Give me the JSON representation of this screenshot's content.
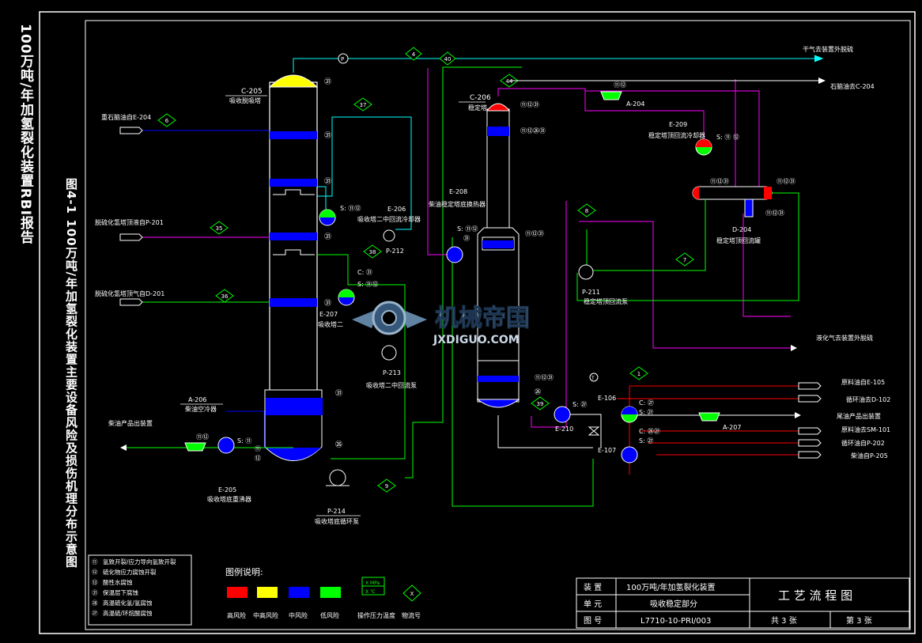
{
  "side_texts": {
    "report_title": "100万吨/年加氢裂化装置RBI报告",
    "figure_caption": "图4-1 100万吨/年加氢裂化装置主要设备风险及损伤机理分布示意图"
  },
  "equipment": {
    "c205_tag": "C-205",
    "c205_name": "吸收脱吸塔",
    "c206_tag": "C-206",
    "c206_name": "稳定塔",
    "a204_tag": "A-204",
    "e209_tag": "E-209",
    "e209_name": "稳定塔顶回流冷却器",
    "d204_tag": "D-204",
    "d204_name": "稳定塔顶回流罐",
    "e206_tag": "E-206",
    "e206_name": "吸收塔二中回流冷却器",
    "e208_tag": "E-208",
    "e208_name": "柴油稳定塔底换热器",
    "p212_tag": "P-212",
    "p211_tag": "P-211",
    "p211_name": "稳定塔顶回流泵",
    "e207_tag": "E-207",
    "e207_name": "吸收塔二",
    "p213_tag": "P-213",
    "p213_name": "吸收塔二中回流泵",
    "a206_tag": "A-206",
    "a206_name": "柴油空冷器",
    "e205_tag": "E-205",
    "e205_name": "吸收塔底重沸器",
    "p214_tag": "P-214",
    "p214_name": "吸收塔底循环泵",
    "e210_tag": "E-210",
    "e106_tag": "E-106",
    "e107_tag": "E-107",
    "a207_tag": "A-207"
  },
  "streams": {
    "dry_gas_out": "干气去装置外脱硫",
    "lpg_to_c204": "石脑油去C-204",
    "heavy_naphtha_in": "重石脑油自E-204",
    "h2s_stripper_liquid": "脱硫化氢塔顶液自P-201",
    "h2s_stripper_gas": "脱硫化氢塔顶气自D-201",
    "lpg_out": "液化气去装置外脱硫",
    "diesel_out": "柴油产品出装置",
    "feed_e105": "原料油自E-105",
    "recycle_to_d102": "循环油去D-102",
    "tail_oil_out": "尾油产品出装置",
    "feed_to_sm101": "原料油去SM-101",
    "recycle_from_p202": "循环油自P-202",
    "diesel_from_p205": "柴油自P-205"
  },
  "stream_numbers": {
    "s6": "6",
    "s4": "4",
    "s40": "40",
    "s37": "37",
    "s35": "35",
    "s36": "36",
    "s38": "38",
    "s9": "9",
    "s44": "44",
    "s8": "8",
    "s7": "7",
    "s1": "1",
    "s39": "39"
  },
  "mech_codes": {
    "c205_top": "㉛",
    "c205_1": "㉛",
    "c205_2": "㉛",
    "c205_3": "㉛",
    "c205_4": "㉛",
    "c205_5": "㉛",
    "c205_bottom": "㉛",
    "c205_reb": "㉖",
    "c206_top": "⑪⑫㉛",
    "c206_1": "⑪⑫㉖㉛",
    "c206_mid": "⑪⑫㉛",
    "c206_bot": "⑪⑫㉛",
    "c206_bottom": "㉖",
    "a204": "⑪⑫",
    "e209": "S: ⑪ ⑫",
    "d204_a": "⑪⑫㉛",
    "d204_b": "⑪⑫㉛",
    "d204_c": "⑪⑫㉛",
    "e206": "S: ⑪⑫",
    "e208_a": "S: ⑪⑫",
    "e208_b": "㉛",
    "e207_a": "C: ㉛",
    "e207_b": "S: ⑪⑫",
    "a206": "⑪⑫",
    "e205_a": "S: ⑪",
    "e205_b": "⑪",
    "e205_c": "⑫",
    "e210": "S: ㉗",
    "e106_a": "C: ㉗",
    "e106_b": "S: ㉗",
    "e107_a": "C: ㉖㉗",
    "e107_b": "S: ㉗",
    "p_valve": "P",
    "t_valve": "T"
  },
  "mechanism_legend": [
    {
      "code": "⑪",
      "text": "氢致开裂/应力导向氢致开裂"
    },
    {
      "code": "⑫",
      "text": "硫化物应力腐蚀开裂"
    },
    {
      "code": "⑬",
      "text": "酸性水腐蚀"
    },
    {
      "code": "㉛",
      "text": "保温层下腐蚀"
    },
    {
      "code": "㉖",
      "text": "高温硫化氢/氢腐蚀"
    },
    {
      "code": "㉗",
      "text": "高温硫/环烷酸腐蚀"
    }
  ],
  "risk_legend": {
    "title": "图例说明:",
    "items": [
      {
        "label": "高风险",
        "color": "#ff0000"
      },
      {
        "label": "中高风险",
        "color": "#ffff00"
      },
      {
        "label": "中风险",
        "color": "#0000ff"
      },
      {
        "label": "低风险",
        "color": "#00ff00"
      }
    ],
    "op_symbol_top": "X MPa",
    "op_symbol_bottom": "X ℃",
    "op_label": "操作压力温度",
    "stream_symbol": "X",
    "stream_label": "物流号"
  },
  "watermark": {
    "name": "机械帝国",
    "url": "JXDIGUO.COM"
  },
  "title_block": {
    "label_device": "装 置",
    "value_device": "100万吨/年加氢裂化装置",
    "label_unit": "单 元",
    "value_unit": "吸收稳定部分",
    "label_drawing": "图 号",
    "value_drawing": "L7710-10-PRI/003",
    "drawing_title": "工 艺 流 程 图",
    "total_sheets": "共 3 张",
    "sheet_no": "第 3 张"
  },
  "colors": {
    "high": "#ff0000",
    "medium_high": "#ffff00",
    "medium": "#0000ff",
    "low": "#00ff00",
    "line_green": "#00ff00",
    "line_magenta": "#ff00ff",
    "line_cyan": "#00ffff",
    "line_blue": "#0000ff",
    "line_red": "#ff0000"
  }
}
